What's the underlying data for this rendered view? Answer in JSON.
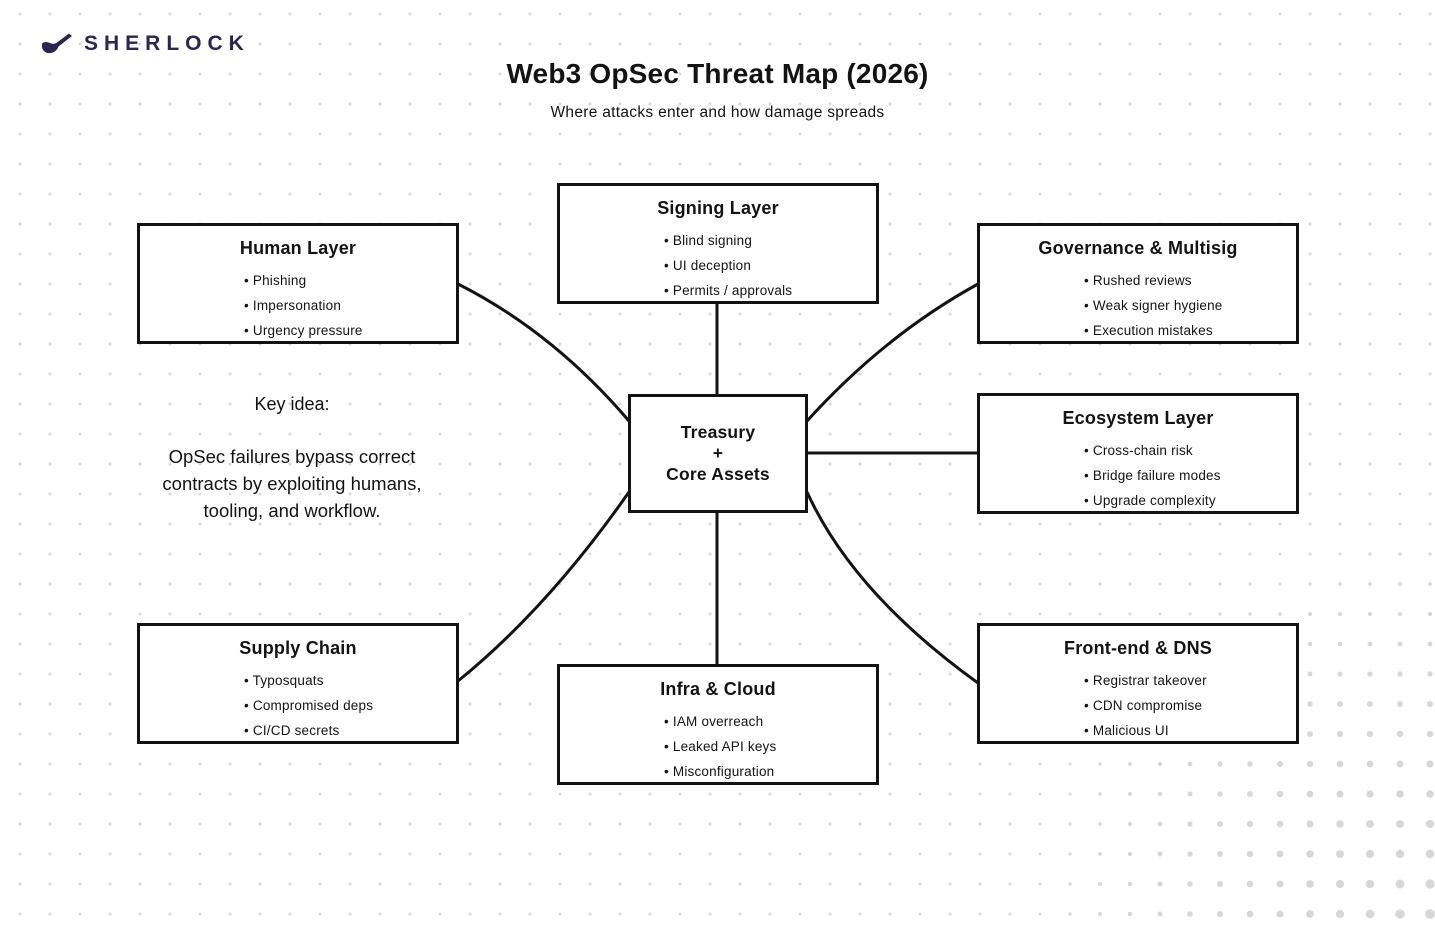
{
  "logo": {
    "text": "SHERLOCK",
    "icon": "pipe-icon"
  },
  "header": {
    "title": "Web3 OpSec Threat Map (2026)",
    "subtitle": "Where attacks enter and how damage spreads"
  },
  "key_idea": {
    "heading": "Key idea:",
    "body_lines": [
      "OpSec failures bypass correct",
      "contracts by exploiting humans,",
      "tooling, and workflow."
    ]
  },
  "center_node": {
    "lines": [
      "Treasury",
      "+",
      "Core Assets"
    ]
  },
  "nodes": [
    {
      "id": "human",
      "title": "Human Layer",
      "bullets": [
        "Phishing",
        "Impersonation",
        "Urgency pressure"
      ]
    },
    {
      "id": "signing",
      "title": "Signing Layer",
      "bullets": [
        "Blind signing",
        "UI deception",
        "Permits / approvals"
      ]
    },
    {
      "id": "governance",
      "title": "Governance & Multisig",
      "bullets": [
        "Rushed reviews",
        "Weak signer hygiene",
        "Execution mistakes"
      ]
    },
    {
      "id": "ecosystem",
      "title": "Ecosystem Layer",
      "bullets": [
        "Cross-chain risk",
        "Bridge failure modes",
        "Upgrade complexity"
      ]
    },
    {
      "id": "supply",
      "title": "Supply Chain",
      "bullets": [
        "Typosquats",
        "Compromised deps",
        "CI/CD secrets"
      ]
    },
    {
      "id": "infra",
      "title": "Infra & Cloud",
      "bullets": [
        "IAM overreach",
        "Leaked API keys",
        "Misconfiguration"
      ]
    },
    {
      "id": "frontend",
      "title": "Front-end & DNS",
      "bullets": [
        "Registrar takeover",
        "CDN compromise",
        "Malicious UI"
      ]
    }
  ],
  "colors": {
    "ink": "#131313",
    "logo_navy": "#2a2650",
    "dot_gray": "#d0d0d0",
    "background": "#ffffff"
  }
}
